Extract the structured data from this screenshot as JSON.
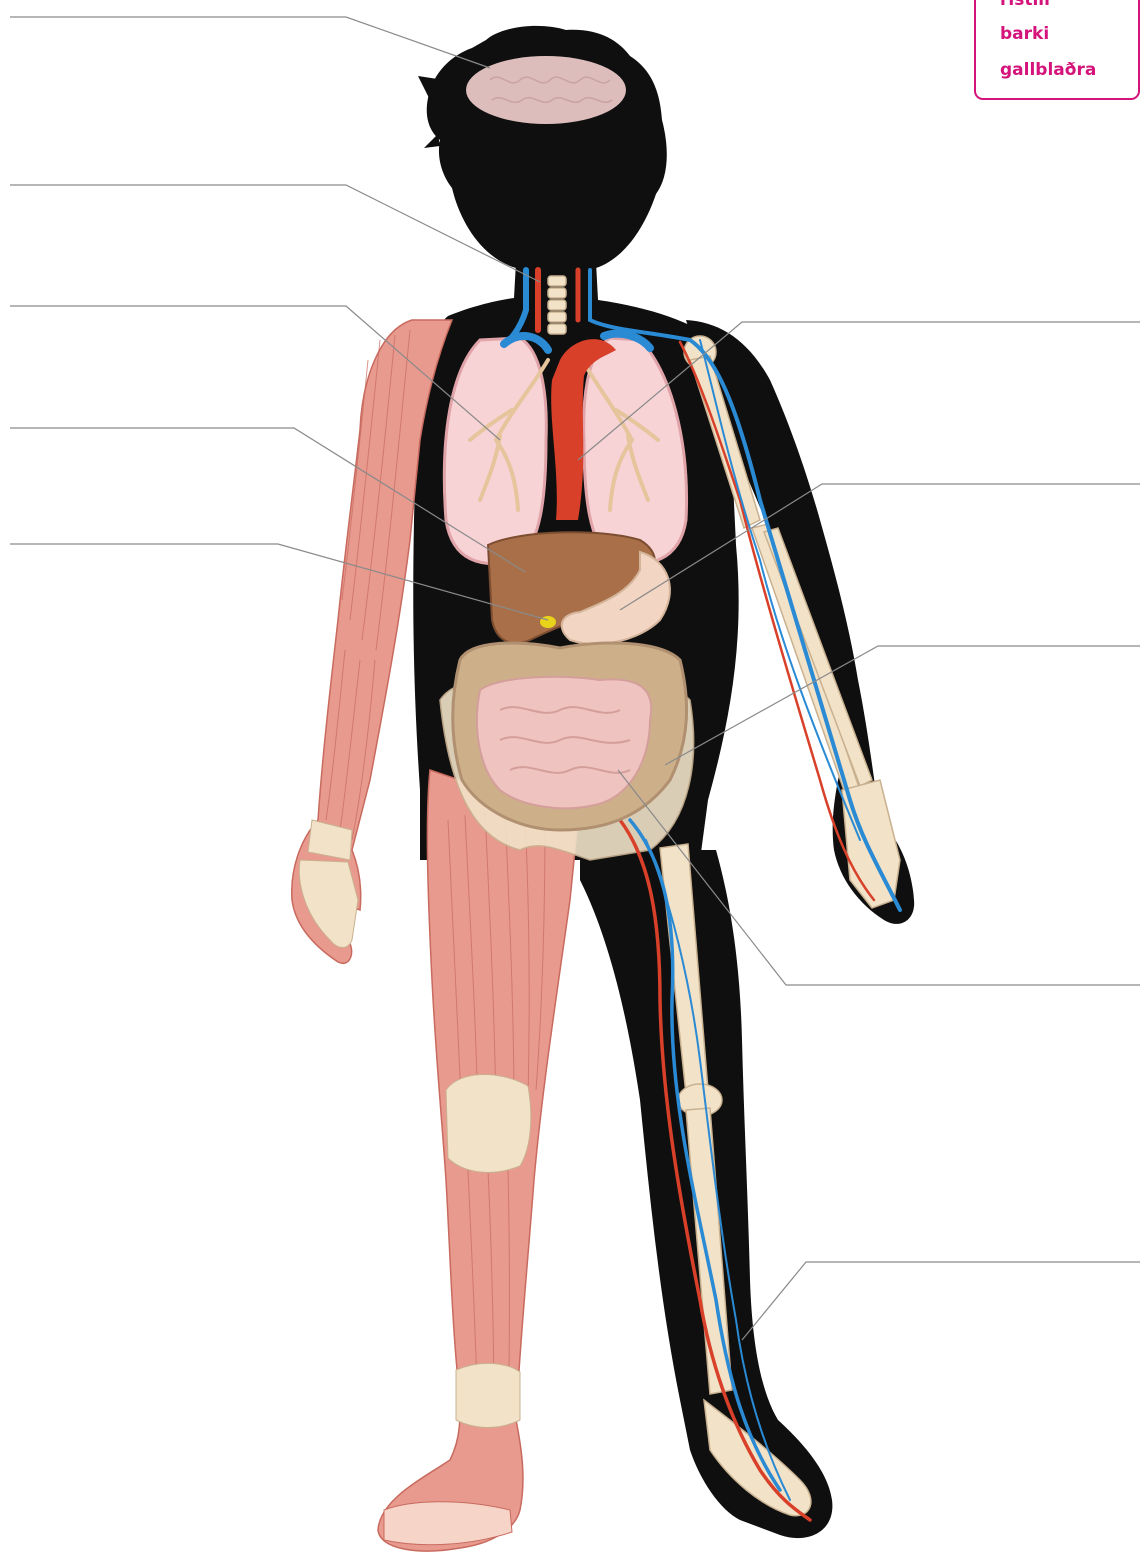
{
  "word_bank": {
    "title": "",
    "words": [
      "ristill",
      "barki",
      "gallblaðra"
    ]
  },
  "answer_lines": [
    {
      "side": "left",
      "target": "brain",
      "answer": ""
    },
    {
      "side": "left",
      "target": "trachea",
      "answer": ""
    },
    {
      "side": "left",
      "target": "lungs",
      "answer": ""
    },
    {
      "side": "left",
      "target": "liver",
      "answer": ""
    },
    {
      "side": "left",
      "target": "gallbladder",
      "answer": ""
    },
    {
      "side": "right",
      "target": "heart",
      "answer": ""
    },
    {
      "side": "right",
      "target": "stomach",
      "answer": ""
    },
    {
      "side": "right",
      "target": "large-intestine",
      "answer": ""
    },
    {
      "side": "right",
      "target": "small-intestine",
      "answer": ""
    },
    {
      "side": "right",
      "target": "blood-vessels",
      "answer": ""
    }
  ],
  "colors": {
    "silhouette": "#0f0f0f",
    "muscle": "#e89a8e",
    "muscle_line": "#c86a5e",
    "bone": "#f1e2c8",
    "artery": "#d8402a",
    "vein": "#2a8ad4",
    "lung": "#f7d3d6",
    "liver": "#a86f48",
    "intestine": "#efc3c0",
    "colon": "#cdb08a",
    "brain": "#e9c6c6",
    "leader_line": "#8a8a8a",
    "accent": "#d4147a"
  }
}
